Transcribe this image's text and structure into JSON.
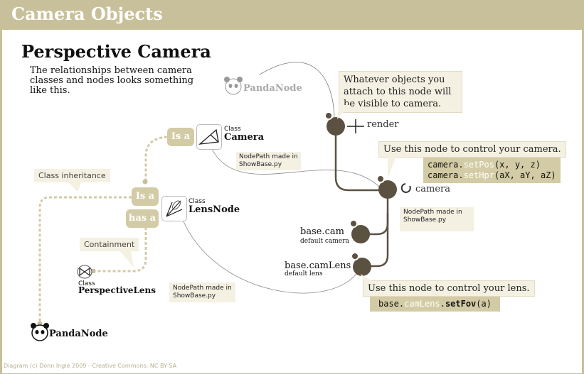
{
  "header": {
    "title": "Camera Objects"
  },
  "page_title": "Perspective Camera",
  "intro": "The relationships between camera classes and nodes looks something like this.",
  "labels": {
    "class_word": "Class",
    "is_a": "Is a",
    "has_a": "has a",
    "camera_class": "Camera",
    "lensnode_class": "LensNode",
    "perspectivelens_class": "PerspectiveLens",
    "pandanode_top": "PandaNode",
    "pandanode_bottom": "PandaNode",
    "class_inheritance": "Class inheritance",
    "containment": "Containment",
    "nodepath_1": "NodePath made in\nShowBase.py",
    "nodepath_2": "NodePath made in\nShowBase.py",
    "nodepath_3": "NodePath made in\nShowBase.py",
    "render": "render",
    "camera": "camera",
    "base_cam": "base.cam",
    "default_camera": "default camera",
    "base_camlens": "base.camLens",
    "default_lens": "default lens",
    "render_note": "Whatever objects you attach to this node will be visible to camera.",
    "camera_note": "Use this node to control your camera.",
    "lens_note": "Use this node to control your lens.",
    "code_cam_1": {
      "a": "camera.",
      "b": "setPos",
      "c": "(x, y, z)"
    },
    "code_cam_2": {
      "a": "camera.",
      "b": "setHpr",
      "c": "(aX, aY, aZ)"
    },
    "code_lens": {
      "a": "base.",
      "b": "camLens",
      "c": ".",
      "d": "setFov",
      "e": "(a)"
    },
    "footer": "Diagram (c) Donn Ingle 2009 - Creative Commons: NC BY SA"
  },
  "colors": {
    "frame": "#c8c09a",
    "tag": "#d3cba5",
    "node": "#5a5140",
    "note_bg": "#f4f1e3",
    "highlight": "#ffffff"
  },
  "icons": [
    "panda-icon",
    "camera-frustum-icon",
    "lens-icon",
    "perspective-lens-icon",
    "node-icon",
    "rotate-icon",
    "crosshair-icon"
  ]
}
